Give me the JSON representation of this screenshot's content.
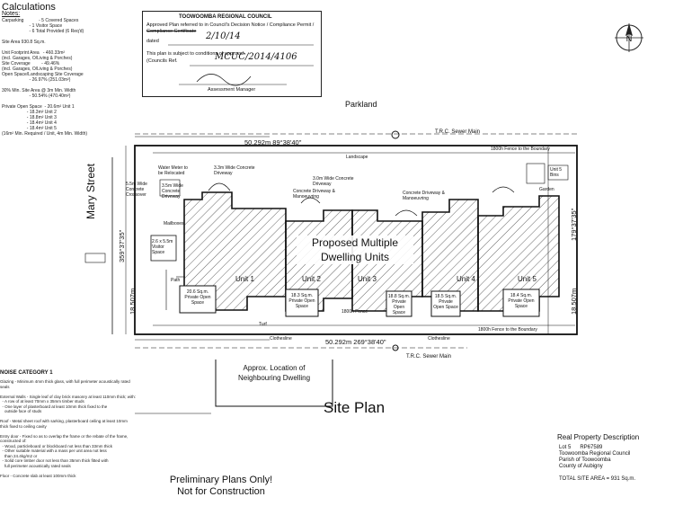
{
  "calculations": {
    "title": "Calculations",
    "notes_label": "Notes:",
    "lines": [
      "Carparking            - 5 Covered Spaces",
      "                      - 1 Visitor Space",
      "                      - 6 Total Provided (6 Req'd)",
      "",
      "Site Area 930.8 Sq.m.",
      "",
      "Unit Footprint Area   - 460.33m²",
      "(incl. Garages, O/Living & Porches)",
      "Site Coverage         - 49.46%",
      "(incl. Garages, O/Living & Porches)",
      "Open Space/Landscaping Site Coverage",
      "                      - 26.97% (251.03m²)",
      "",
      "30% Min. Site Area @ 3m Min. Width",
      "                      - 50.54% (470.40m²)",
      "",
      "Private Open Space  - 20.6m² Unit 1",
      "                    - 18.3m² Unit 2",
      "                    - 18.8m² Unit 3",
      "                    - 18.4m² Unit 4",
      "                    - 18.4m² Unit 5",
      "(16m² Min. Required / Unit, 4m Min. Width)"
    ]
  },
  "stamp": {
    "council": "TOOWOOMBA REGIONAL COUNCIL",
    "line1": "Approved Plan referred to in Council's Decision Notice / Compliance Permit /",
    "line2": "Compliance Certificate",
    "dated_label": "dated",
    "dated_value": "2/10/14",
    "line3": "This plan is subject to conditions of approval",
    "ref_label": "(Councils Ref.",
    "ref_value": "MCUC/2014/4106",
    "assessment": "Assessment Manager"
  },
  "north_label": "N",
  "site_labels": {
    "parkland": "Parkland",
    "mary_street": "Mary Street",
    "proposed_line1": "Proposed Multiple",
    "proposed_line2": "Dwelling Units",
    "top_boundary": "50.292m   89°38'40\"",
    "bottom_boundary": "50.292m   269°38'40\"",
    "left_boundary": "18.507m",
    "left_bearing": "359°37'35\"",
    "right_boundary": "18.507m",
    "right_bearing": "179°37'35\"",
    "sewer_top": "T.R.C. Sewer Main",
    "sewer_bottom": "T.R.C. Sewer Main",
    "fence_top": "1800h Fence to the Boundary",
    "fence_bottom": "1800h Fence to the Boundary",
    "landscape": "Landscape",
    "driveway_left": "3.3m Wide Concrete Driveway",
    "driveway_mid": "3.0m Wide Concrete Driveway",
    "concrete_driveway_1": "Concrete Driveway & Manoeuvring",
    "concrete_driveway_2": "Concrete Driveway & Manoeuvring",
    "crossover": "5.5m Wide Concrete Crossover",
    "driveway_small": "3.5m Wide Concrete Driveway",
    "water_meter": "Water Meter to be Relocated",
    "mailboxes": "Mailboxes",
    "visitor_space": "2.6 x 5.5m Visitor Space",
    "path": "Path",
    "clothesline": "Clothesline",
    "clothesline2": "Clothesline",
    "turf": "Turf",
    "fence_label": "1800h Fence",
    "bins": "Unit 5 Bins",
    "garden": "Garden",
    "approx_location": "Approx. Location of Neighbouring Dwelling"
  },
  "units": [
    {
      "name": "Unit 1",
      "pos": "20.6 Sq.m. Private Open Space"
    },
    {
      "name": "Unit 2",
      "pos": "18.3 Sq.m. Private Open Space"
    },
    {
      "name": "Unit 3",
      "pos": "18.8 Sq.m. Private Open Space"
    },
    {
      "name": "Unit 4",
      "pos": "18.5 Sq.m. Private Open Space"
    },
    {
      "name": "Unit 5",
      "pos": "18.4 Sq.m. Private Open Space"
    }
  ],
  "site_plan_title": "Site Plan",
  "prelim_line1": "Preliminary Plans Only!",
  "prelim_line2": "Not for Construction",
  "noise": {
    "title": "NOISE CATEGORY 1",
    "lines": [
      "Glazing - Minimum 4mm thick glass, with full perimeter acoustically rated",
      "seals",
      "",
      "External Walls - Single leaf of clay brick masonry at least 110mm thick; with:",
      "  - A row of at least 70mm x 35mm timber studs",
      "  - One layer of plasterboard at least 10mm thick fixed to the",
      "    outside face of studs",
      "",
      "Roof - Metal sheet roof with sarking, plasterboard ceiling at least 10mm",
      "thick fixed to ceiling cavity",
      "",
      "Entry door - Fixed so as to overlap the frame or the rebate of the frame,",
      "constructed of:",
      "  - Wood, particleboard or blockboard not less than 33mm thick",
      "  - Other suitable material with a mass per unit area not less",
      "    than 24.4kg/m2 or",
      "  - Solid core timber door not less than 35mm thick fitted with",
      "    full perimeter acoustically rated seals",
      "",
      "Floor - Concrete slab at least 100mm thick"
    ]
  },
  "real_property": {
    "title": "Real Property Description",
    "lines": [
      "Lot 5      RP67589",
      "Toowoomba Regional Council",
      "Parish of Toowoomba",
      "County of Aubigny",
      "",
      "TOTAL SITE AREA = 931 Sq.m."
    ]
  }
}
